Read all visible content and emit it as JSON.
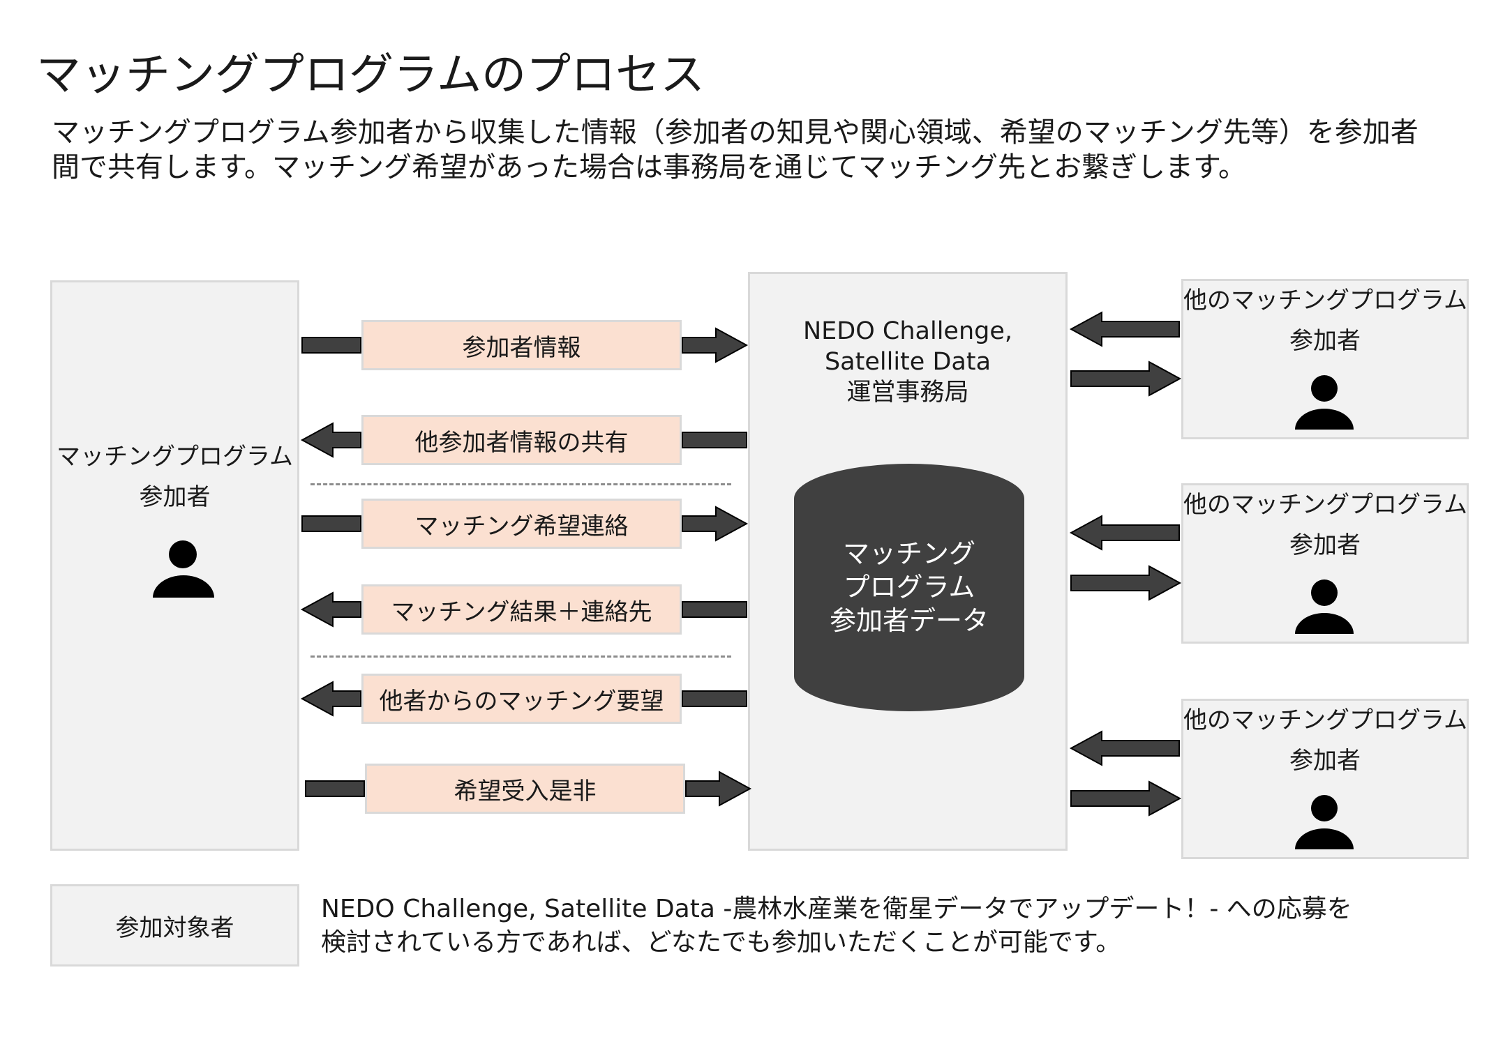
{
  "title": "マッチングプログラムのプロセス",
  "description": {
    "line1": "マッチングプログラム参加者から収集した情報（参加者の知見や関心領域、希望のマッチング先等）を参加者",
    "line2": "間で共有します。マッチング希望があった場合は事務局を通じてマッチング先とお繋ぎします。"
  },
  "participant": {
    "line1": "マッチングプログラム",
    "line2": "参加者"
  },
  "flows": [
    {
      "label": "参加者情報",
      "direction": "right"
    },
    {
      "label": "他参加者情報の共有",
      "direction": "left"
    },
    {
      "label": "マッチング希望連絡",
      "direction": "right"
    },
    {
      "label": "マッチング結果＋連絡先",
      "direction": "left"
    },
    {
      "label": "他者からのマッチング要望",
      "direction": "left"
    },
    {
      "label": "希望受入是非",
      "direction": "right"
    }
  ],
  "office": {
    "line1": "NEDO Challenge,",
    "line2": "Satellite Data",
    "line3": "運営事務局"
  },
  "database": {
    "line1": "マッチング",
    "line2": "プログラム",
    "line3": "参加者データ"
  },
  "others": [
    {
      "line1": "他のマッチングプログラム",
      "line2": "参加者"
    },
    {
      "line1": "他のマッチングプログラム",
      "line2": "参加者"
    },
    {
      "line1": "他のマッチングプログラム",
      "line2": "参加者"
    }
  ],
  "eligibility": {
    "label": "参加対象者",
    "text_line1": "NEDO Challenge, Satellite Data -農林水産業を衛星データでアップデート！- への応募を",
    "text_line2": "検討されている方であれば、どなたでも参加いただくことが可能です。"
  },
  "colors": {
    "arrow": "#404040",
    "arrow_stroke": "#000000",
    "label_fill": "#fbe0d1",
    "panel_fill": "#f2f2f2",
    "database_fill": "#404040"
  }
}
